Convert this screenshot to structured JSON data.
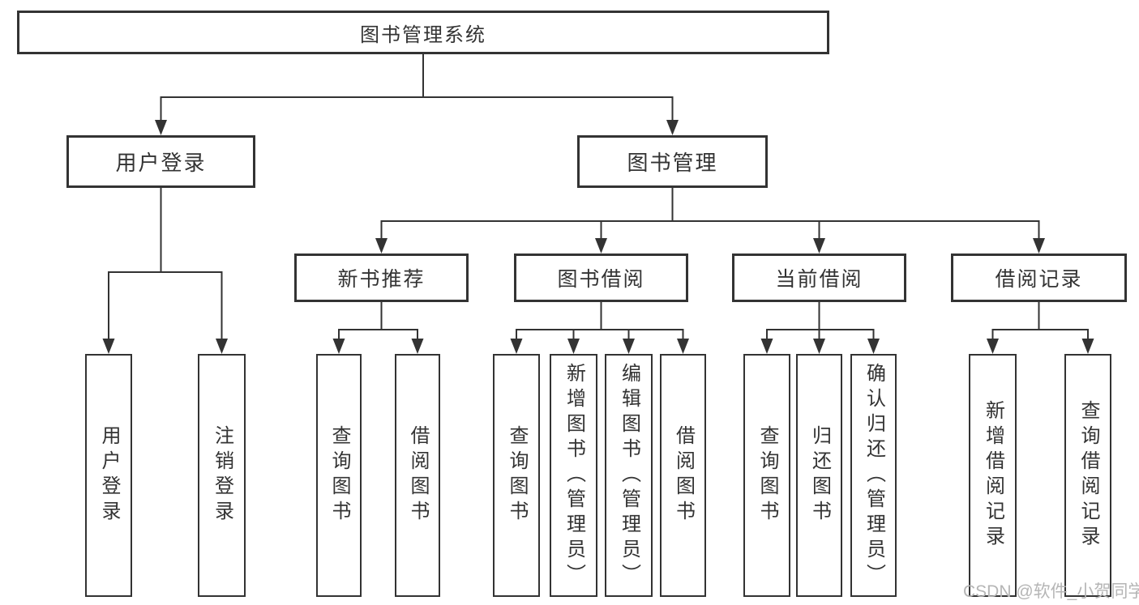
{
  "diagram": {
    "root": {
      "label": "图书管理系统"
    },
    "level1": [
      {
        "label": "用户登录"
      },
      {
        "label": "图书管理"
      }
    ],
    "level2": [
      {
        "label": "新书推荐"
      },
      {
        "label": "图书借阅"
      },
      {
        "label": "当前借阅"
      },
      {
        "label": "借阅记录"
      }
    ],
    "leaves": [
      {
        "label": "用户登录"
      },
      {
        "label": "注销登录"
      },
      {
        "label": "查询图书"
      },
      {
        "label": "借阅图书"
      },
      {
        "label": "查询图书"
      },
      {
        "label": "新增图书（管理员）"
      },
      {
        "label": "编辑图书（管理员）"
      },
      {
        "label": "借阅图书"
      },
      {
        "label": "查询图书"
      },
      {
        "label": "归还图书"
      },
      {
        "label": "确认归还（管理员）"
      },
      {
        "label": "新增借阅记录"
      },
      {
        "label": "查询借阅记录"
      }
    ],
    "watermark": "CSDN @软件_小贺同学",
    "colors": {
      "line": "#333333",
      "text": "#333333",
      "box_background": "#ffffff",
      "watermark": "#b5b5b5",
      "page_background": "#ffffff"
    }
  }
}
